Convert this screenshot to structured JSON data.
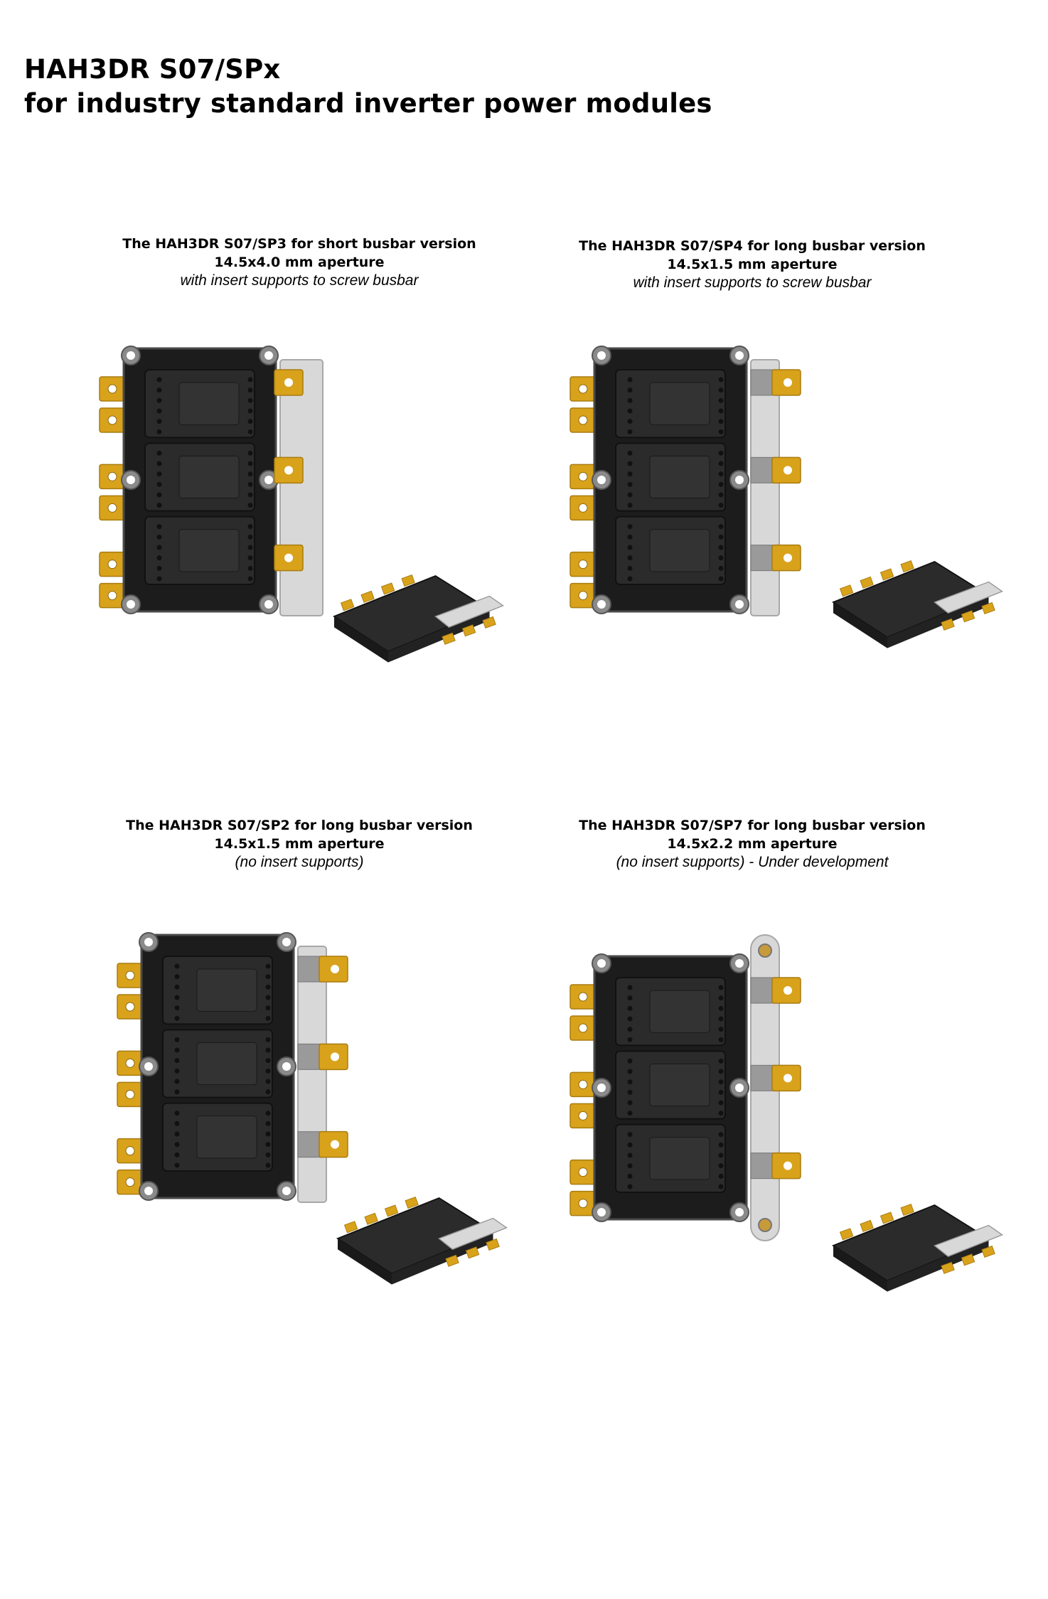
{
  "document": {
    "title_line1": "HAH3DR S07/SPx",
    "title_line2": "for industry standard inverter power modules"
  },
  "variants": [
    {
      "name": "The HAH3DR S07/SP3 for short busbar version",
      "aperture": "14.5x4.0 mm aperture",
      "note": "with insert supports to screw busbar"
    },
    {
      "name": "The HAH3DR S07/SP4 for long busbar version",
      "aperture": "14.5x1.5 mm aperture",
      "note": "with insert supports to screw busbar"
    },
    {
      "name": "The HAH3DR S07/SP2 for long busbar version",
      "aperture": "14.5x1.5 mm aperture",
      "note": "(no insert supports)"
    },
    {
      "name": "The HAH3DR S07/SP7 for long busbar version",
      "aperture": "14.5x2.2 mm aperture",
      "note": "(no insert supports) - Under development"
    }
  ],
  "colors": {
    "module_body": "#2b2b2b",
    "module_frame": "#1c1c1c",
    "terminal_gold": "#d9a21b",
    "sensor_housing": "#d8d8d8",
    "background": "#ffffff"
  }
}
